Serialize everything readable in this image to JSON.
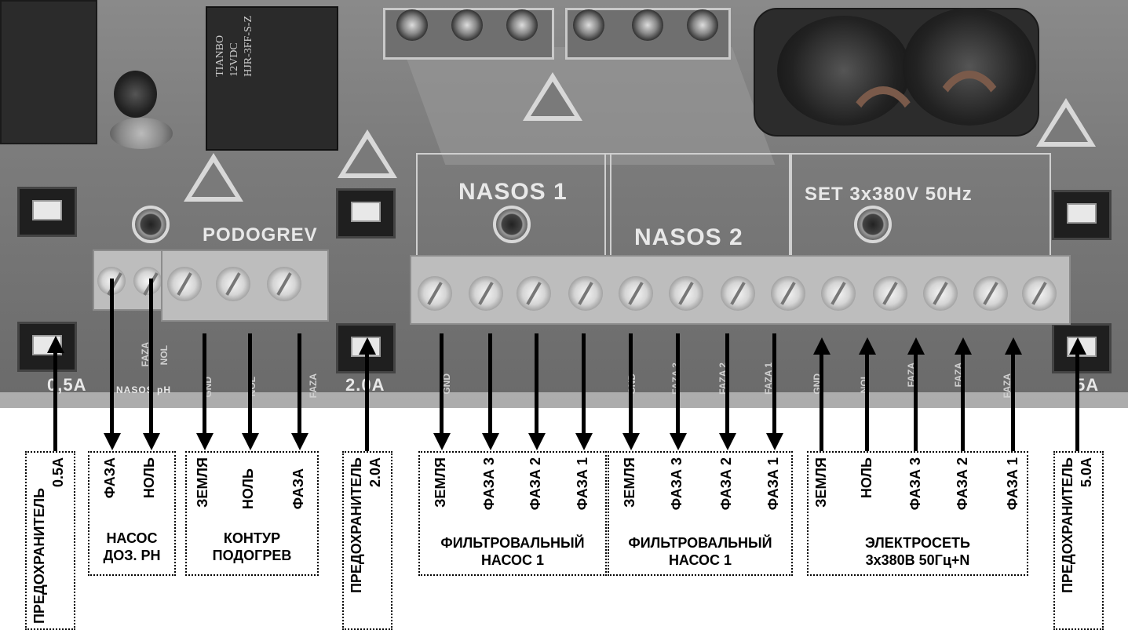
{
  "board": {
    "relay_text": "TIANBO\n12VDC\nHJR-3FF-S-Z",
    "silk_podogrev": "PODOGREV",
    "silk_nasos1": "NASOS 1",
    "silk_nasos2": "NASOS 2",
    "silk_set": "SET 3x380V 50Hz",
    "fuse1_rating": "0,5A",
    "fuse2_rating": "2.0A",
    "fuse3_rating": "5A",
    "silk_nasos_ph": "NASOS pH",
    "silk_faza": "FAZA",
    "silk_nol": "NOL",
    "silk_gnd": "GND",
    "silk_faza3": "FAZA 3",
    "silk_faza2": "FAZA 2",
    "silk_faza1": "FAZA 1"
  },
  "labels": {
    "fuse_05": "ПРЕДОХРАНИТЕЛЬ",
    "fuse_05_value": "0.5A",
    "ph_faza": "ФАЗА",
    "ph_nol": "НОЛЬ",
    "ph_caption1": "НАСОС",
    "ph_caption2": "ДОЗ. PH",
    "heat_zemlya": "ЗЕМЛЯ",
    "heat_nol": "НОЛЬ",
    "heat_faza": "ФАЗА",
    "heat_caption1": "КОНТУР",
    "heat_caption2": "ПОДОГРЕВ",
    "fuse_20": "ПРЕДОХРАНИТЕЛЬ",
    "fuse_20_value": "2.0A",
    "p1_zemlya": "ЗЕМЛЯ",
    "p1_faza3": "ФАЗА 3",
    "p1_faza2": "ФАЗА 2",
    "p1_faza1": "ФАЗА 1",
    "p1_caption1": "ФИЛЬТРОВАЛЬНЫЙ",
    "p1_caption2": "НАСОС 1",
    "p2_zemlya": "ЗЕМЛЯ",
    "p2_faza3": "ФАЗА 3",
    "p2_faza2": "ФАЗА 2",
    "p2_faza1": "ФАЗА 1",
    "p2_caption1": "ФИЛЬТРОВАЛЬНЫЙ",
    "p2_caption2": "НАСОС 1",
    "net_zemlya": "ЗЕМЛЯ",
    "net_nol": "НОЛЬ",
    "net_faza3": "ФАЗА 3",
    "net_faza2": "ФАЗА 2",
    "net_faza1": "ФАЗА 1",
    "net_caption1": "ЭЛЕКТРОСЕТЬ",
    "net_caption2": "3x380B 50Гц+N",
    "fuse_50": "ПРЕДОХРАНИТЕЛЬ",
    "fuse_50_value": "5.0A"
  }
}
